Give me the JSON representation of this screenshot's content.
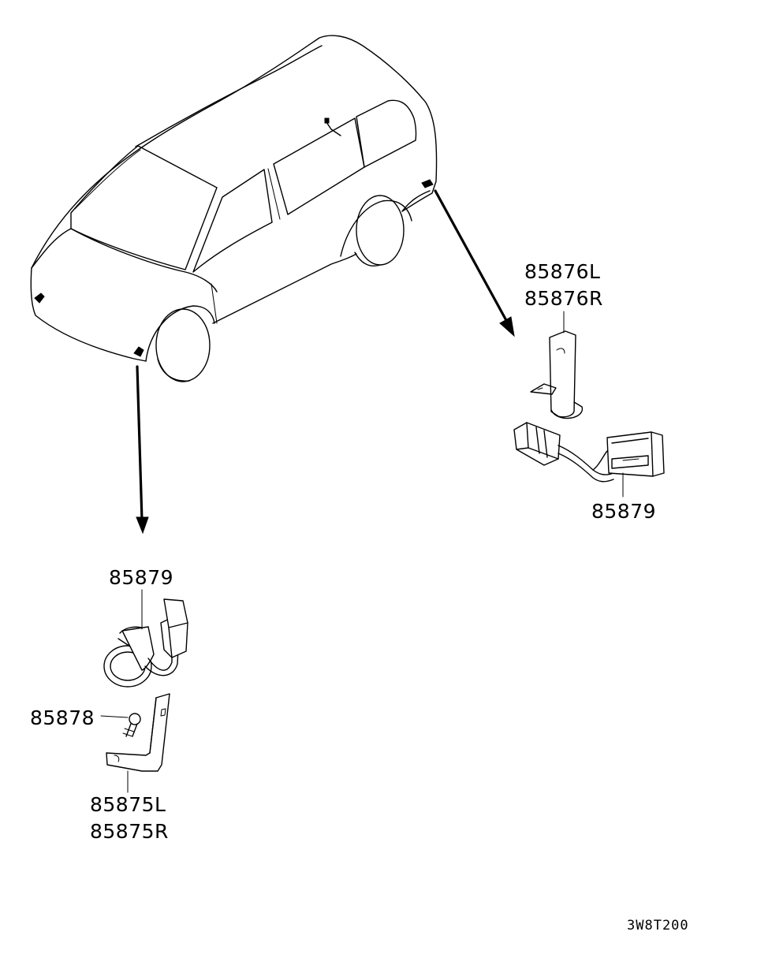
{
  "callouts": {
    "rear_bracket_left": "85876L",
    "rear_bracket_right": "85876R",
    "rear_sensor": "85879",
    "front_sensor": "85879",
    "front_screw": "85878",
    "front_bracket_left": "85875L",
    "front_bracket_right": "85875R"
  },
  "drawing_code": "3W8T200"
}
